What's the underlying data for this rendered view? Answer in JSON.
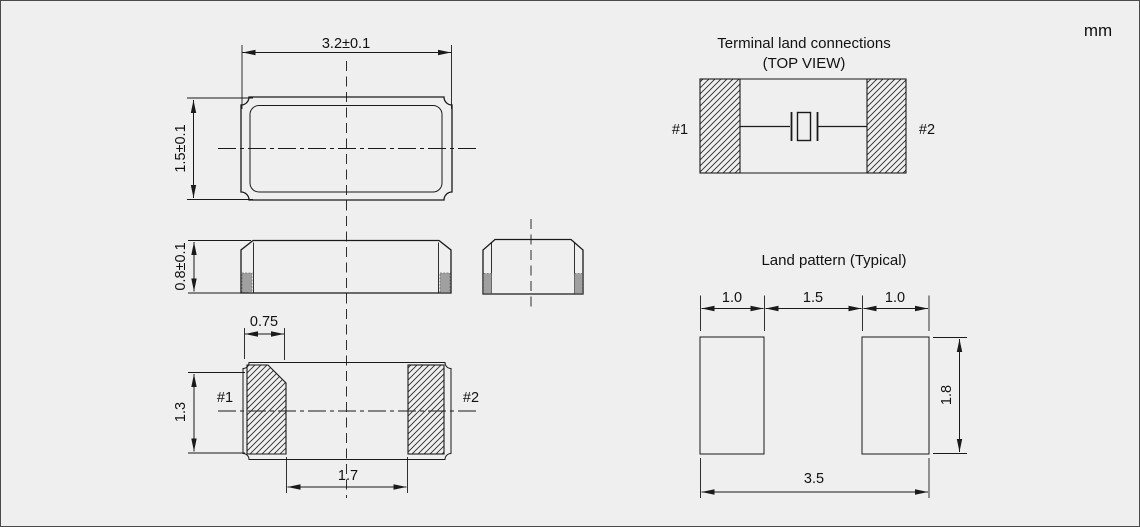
{
  "units": "mm",
  "views": {
    "top": {
      "width_dim": "3.2±0.1",
      "height_dim": "1.5±0.1"
    },
    "side": {
      "height_dim": "0.8±0.1"
    },
    "bottom": {
      "pad_width_dim": "0.75",
      "pad_length_dim": "1.3",
      "pad_gap_dim": "1.7",
      "terminal1": "#1",
      "terminal2": "#2"
    }
  },
  "terminal_land_connections": {
    "title": "Terminal land connections",
    "subtitle": "(TOP VIEW)",
    "terminal1": "#1",
    "terminal2": "#2"
  },
  "land_pattern": {
    "title": "Land pattern (Typical)",
    "pad_width_left": "1.0",
    "pad_gap": "1.5",
    "pad_width_right": "1.0",
    "pad_height": "1.8",
    "overall_width": "3.5"
  },
  "colors": {
    "background": "#efefef",
    "line": "#1a1a1a",
    "terminal_gray": "#a0a0a0"
  }
}
